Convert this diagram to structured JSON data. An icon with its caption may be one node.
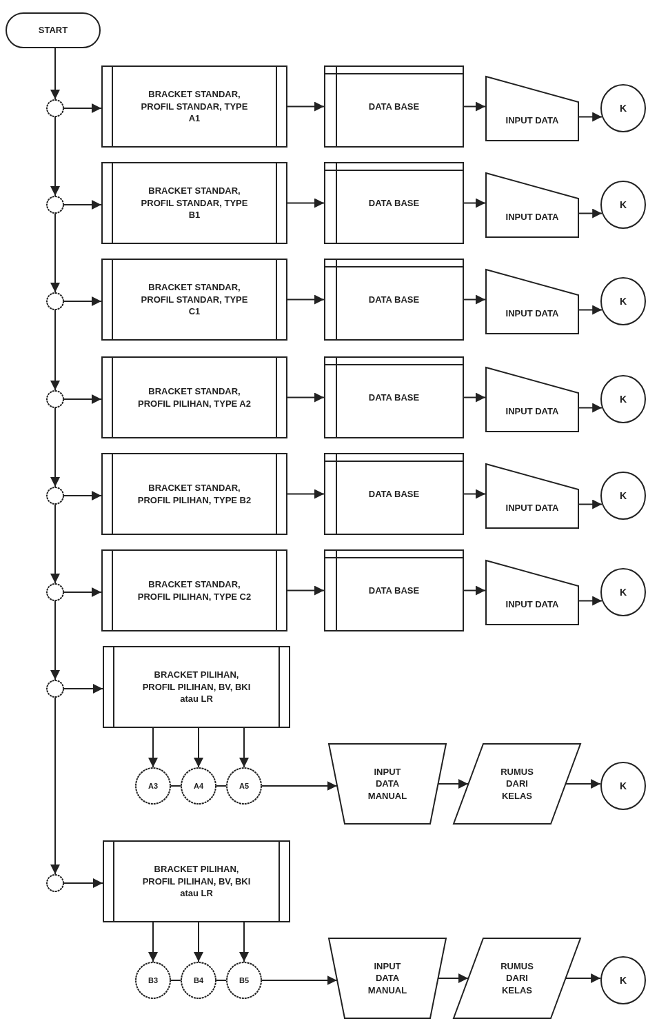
{
  "diagram": {
    "nodes": [
      {
        "text": [
          "START"
        ]
      },
      {
        "text": [],
        "shape": "circle"
      },
      {
        "text": [
          "BRACKET STANDAR, PROFIL STANDAR, TYPE A1"
        ]
      },
      {
        "text": [
          "DATA BASE"
        ]
      },
      {
        "text": [
          "INPUT DATA"
        ]
      },
      {
        "text": [
          "K"
        ]
      },
      {
        "text": [],
        "shape": "circle"
      },
      {
        "text": [
          "BRACKET STANDAR, PROFIL STANDAR, TYPE B1"
        ]
      },
      {
        "text": [
          "DATA BASE"
        ]
      },
      {
        "text": [
          "INPUT DATA"
        ]
      },
      {
        "text": [
          "K"
        ]
      },
      {
        "text": [],
        "shape": "circle"
      },
      {
        "text": [
          "BRACKET STANDAR, PROFIL STANDAR, TYPE C1"
        ]
      },
      {
        "text": [
          "DATA BASE"
        ]
      },
      {
        "text": [
          "INPUT DATA"
        ]
      },
      {
        "text": [
          "K"
        ]
      },
      {
        "text": [],
        "shape": "circle"
      },
      {
        "text": [
          "BRACKET STANDAR, PROFIL PILIHAN, TYPE A2"
        ]
      },
      {
        "text": [
          "DATA BASE"
        ]
      },
      {
        "text": [
          "INPUT DATA"
        ]
      },
      {
        "text": [
          "K"
        ]
      },
      {
        "text": [],
        "shape": "circle"
      },
      {
        "text": [
          "BRACKET STANDAR, PROFIL PILIHAN, TYPE B2"
        ]
      },
      {
        "text": [
          "DATA BASE"
        ]
      },
      {
        "text": [
          "INPUT DATA"
        ]
      },
      {
        "text": [
          "K"
        ]
      },
      {
        "text": [],
        "shape": "circle"
      },
      {
        "text": [
          "BRACKET STANDAR, PROFIL PILIHAN, TYPE C2"
        ]
      },
      {
        "text": [
          "DATA BASE"
        ]
      },
      {
        "text": [
          "INPUT DATA"
        ]
      },
      {
        "text": [
          "K"
        ]
      },
      {
        "text": [],
        "shape": "circle"
      },
      {
        "text": [
          "BRACKET PILIHAN, PROFIL PILIHAN, BV, BKI atau LR"
        ]
      },
      {
        "text": [
          "A3"
        ]
      },
      {
        "text": [
          "A4"
        ]
      },
      {
        "text": [
          "A5"
        ]
      },
      {
        "text": [
          "INPUT DATA MANUAL"
        ]
      },
      {
        "text": [
          "RUMUS DARI KELAS"
        ]
      },
      {
        "text": [
          "K"
        ]
      },
      {
        "text": [],
        "shape": "circle"
      },
      {
        "text": [
          "BRACKET PILIHAN, PROFIL PILIHAN, BV, BKI atau LR"
        ]
      },
      {
        "text": [
          "B3"
        ]
      },
      {
        "text": [
          "B4"
        ]
      },
      {
        "text": [
          "B5"
        ]
      },
      {
        "text": [
          "INPUT DATA MANUAL"
        ]
      },
      {
        "text": [
          "RUMUS DARI KELAS"
        ]
      },
      {
        "text": [
          "K"
        ]
      }
    ],
    "edges": [
      {
        "from": 0,
        "to": 1,
        "arrow": "to"
      },
      {
        "from": 1,
        "to": 6,
        "arrow": "to"
      },
      {
        "from": 6,
        "to": 11,
        "arrow": "to"
      },
      {
        "from": 11,
        "to": 16,
        "arrow": "to"
      },
      {
        "from": 16,
        "to": 21,
        "arrow": "to"
      },
      {
        "from": 21,
        "to": 26,
        "arrow": "to"
      },
      {
        "from": 26,
        "to": 31,
        "arrow": "to"
      },
      {
        "from": 31,
        "to": 39,
        "arrow": "to"
      },
      {
        "from": 1,
        "to": 2,
        "arrow": "to"
      },
      {
        "from": 2,
        "to": 3,
        "arrow": "to"
      },
      {
        "from": 3,
        "to": 4,
        "arrow": "to"
      },
      {
        "from": 4,
        "to": 5,
        "arrow": "to"
      },
      {
        "from": 6,
        "to": 7,
        "arrow": "to"
      },
      {
        "from": 7,
        "to": 8,
        "arrow": "to"
      },
      {
        "from": 8,
        "to": 9,
        "arrow": "to"
      },
      {
        "from": 9,
        "to": 10,
        "arrow": "to"
      },
      {
        "from": 11,
        "to": 12,
        "arrow": "to"
      },
      {
        "from": 12,
        "to": 13,
        "arrow": "to"
      },
      {
        "from": 13,
        "to": 14,
        "arrow": "to"
      },
      {
        "from": 14,
        "to": 15,
        "arrow": "to"
      },
      {
        "from": 16,
        "to": 17,
        "arrow": "to"
      },
      {
        "from": 17,
        "to": 18,
        "arrow": "to"
      },
      {
        "from": 18,
        "to": 19,
        "arrow": "to"
      },
      {
        "from": 19,
        "to": 20,
        "arrow": "to"
      },
      {
        "from": 21,
        "to": 22,
        "arrow": "to"
      },
      {
        "from": 22,
        "to": 23,
        "arrow": "to"
      },
      {
        "from": 23,
        "to": 24,
        "arrow": "to"
      },
      {
        "from": 24,
        "to": 25,
        "arrow": "to"
      },
      {
        "from": 26,
        "to": 27,
        "arrow": "to"
      },
      {
        "from": 27,
        "to": 28,
        "arrow": "to"
      },
      {
        "from": 28,
        "to": 29,
        "arrow": "to"
      },
      {
        "from": 29,
        "to": 30,
        "arrow": "to"
      },
      {
        "from": 31,
        "to": 32,
        "arrow": "to"
      },
      {
        "from": 32,
        "to": 33,
        "arrow": "to"
      },
      {
        "from": 32,
        "to": 34,
        "arrow": "to"
      },
      {
        "from": 32,
        "to": 35,
        "arrow": "to"
      },
      {
        "from": 33,
        "to": 34,
        "arrow": "none"
      },
      {
        "from": 34,
        "to": 35,
        "arrow": "none"
      },
      {
        "from": 35,
        "to": 36,
        "arrow": "to"
      },
      {
        "from": 36,
        "to": 37,
        "arrow": "to"
      },
      {
        "from": 37,
        "to": 38,
        "arrow": "to"
      },
      {
        "from": 39,
        "to": 40,
        "arrow": "to"
      },
      {
        "from": 40,
        "to": 41,
        "arrow": "to"
      },
      {
        "from": 40,
        "to": 42,
        "arrow": "to"
      },
      {
        "from": 40,
        "to": 43,
        "arrow": "to"
      },
      {
        "from": 41,
        "to": 42,
        "arrow": "none"
      },
      {
        "from": 42,
        "to": 43,
        "arrow": "none"
      },
      {
        "from": 43,
        "to": 44,
        "arrow": "to"
      },
      {
        "from": 44,
        "to": 45,
        "arrow": "to"
      },
      {
        "from": 45,
        "to": 46,
        "arrow": "to"
      }
    ]
  }
}
